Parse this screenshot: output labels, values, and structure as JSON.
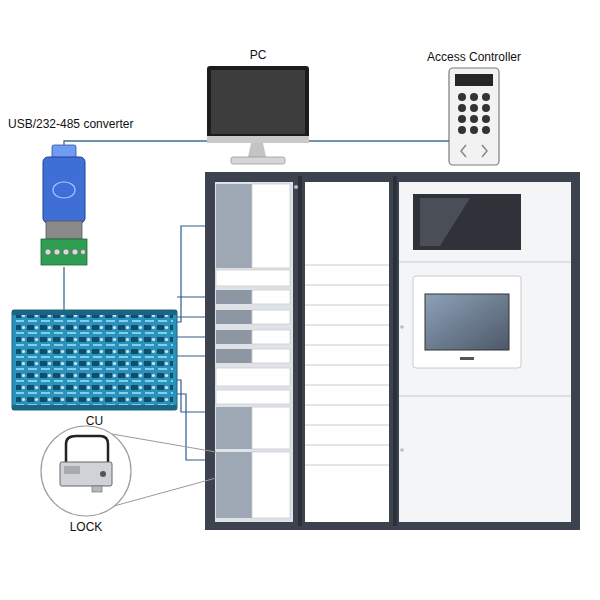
{
  "diagram": {
    "nodes": [
      {
        "text": [
          "PC"
        ]
      },
      {
        "text": [
          "Access Controller"
        ]
      },
      {
        "text": [
          "USB/232-485 converter"
        ]
      },
      {
        "text": [
          "CU"
        ]
      },
      {
        "text": [
          "LOCK"
        ]
      }
    ],
    "edges": [
      {
        "from": 2,
        "to": 0,
        "arrow": "none"
      },
      {
        "from": 0,
        "to": 1,
        "arrow": "none"
      },
      {
        "from": 2,
        "to": 3,
        "arrow": "none"
      }
    ]
  }
}
